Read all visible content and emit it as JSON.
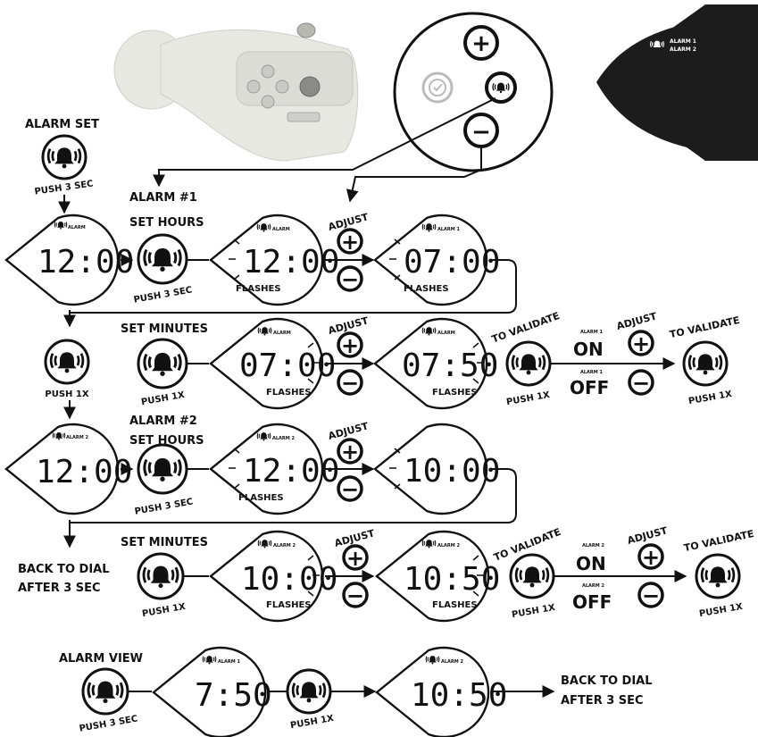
{
  "labels": {
    "alarm_set": "ALARM SET",
    "alarm1": "ALARM #1",
    "set_hours": "SET HOURS",
    "set_minutes": "SET MINUTES",
    "alarm2": "ALARM #2",
    "back_to_dial": "BACK TO DIAL",
    "after_3_sec": "AFTER 3 SEC",
    "alarm_view": "ALARM VIEW",
    "adjust": "ADJUST",
    "to_validate": "TO VALIDATE",
    "push_3_sec": "PUSH 3 SEC",
    "push_1x": "PUSH 1X",
    "flashes": "FLASHES",
    "on": "ON",
    "off": "OFF",
    "alarm_1_small": "ALARM 1",
    "alarm_2_small": "ALARM 2",
    "alarm_tag": "ALARM",
    "alarm_1_tag": "ALARM 1",
    "alarm_2_tag": "ALARM 2"
  },
  "displays": {
    "dial": "12:00",
    "a1_hours_1": "12:00",
    "a1_hours_2": "07:00",
    "a1_min_1": "07:00",
    "a1_min_2": "07:50",
    "dial2": "12:00",
    "a2_hours_1": "12:00",
    "a2_hours_2": "10:00",
    "a2_min_1": "10:00",
    "a2_min_2": "10:50",
    "view_1": "7:50",
    "view_2": "10:50"
  },
  "button_symbols": {
    "plus": "+",
    "minus": "−"
  },
  "icons": [
    "alarm-bell-icon",
    "plus-icon",
    "minus-icon",
    "clock-icon"
  ],
  "colors": {
    "ink": "#111111",
    "device": "#e6e6e0",
    "badge": "#1c1c1c"
  }
}
